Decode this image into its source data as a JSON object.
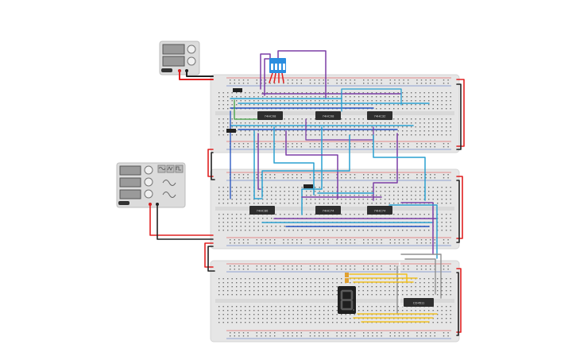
{
  "palette": {
    "board": "#e6e6e6",
    "board_edge": "#d4d4d4",
    "hole": "#6f6f6f",
    "rail_red": "#e03030",
    "rail_blue": "#3a5fbf",
    "chip": "#2e2e2e",
    "chip_text": "#dddddd",
    "wire_red": "#e02020",
    "wire_black": "#222222",
    "wire_purple": "#7b3fa6",
    "wire_blue": "#2aa0d0",
    "wire_darkblue": "#2050c0",
    "wire_green": "#40a040",
    "wire_yellow": "#f0c020",
    "wire_gray": "#909090",
    "wire_white": "#f4f4f4",
    "dip_switch": "#2b8ee0",
    "seven_seg_body": "#1f1f1f",
    "seven_seg_off": "#3a3a3a",
    "instrument_body": "#dcdcdc"
  },
  "chips": [
    {
      "label": "74HC08"
    },
    {
      "label": "74HC08"
    },
    {
      "label": "74HC32"
    },
    {
      "label": "74HC86"
    },
    {
      "label": "74HC74"
    },
    {
      "label": "74HC74"
    },
    {
      "label": "CD4511"
    }
  ],
  "power_supply": {
    "name": "power-supply-1"
  },
  "function_generator": {
    "name": "function-generator"
  },
  "dip_switch": {
    "name": "dip-switch-4",
    "positions": 4
  },
  "display": {
    "name": "seven-segment-display"
  }
}
